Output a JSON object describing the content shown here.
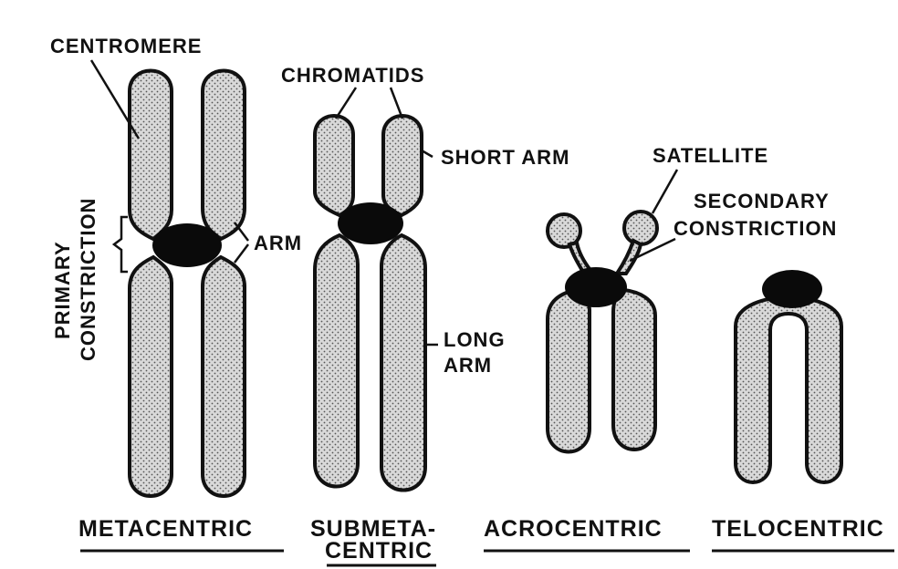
{
  "labels": {
    "centromere": "CENTROMERE",
    "chromatids": "CHROMATIDS",
    "short_arm": "SHORT ARM",
    "arm": "ARM",
    "satellite": "SATELLITE",
    "secondary_constriction_1": "SECONDARY",
    "secondary_constriction_2": "CONSTRICTION",
    "primary_constriction_1": "PRIMARY",
    "primary_constriction_2": "CONSTRICTION",
    "long_arm_1": "LONG",
    "long_arm_2": "ARM"
  },
  "types": {
    "metacentric": "METACENTRIC",
    "submetacentric_1": "SUBMETA-",
    "submetacentric_2": "CENTRIC",
    "acrocentric": "ACROCENTRIC",
    "telocentric": "TELOCENTRIC"
  },
  "colors": {
    "ink": "#111111",
    "chromatid_fill": "#d8d8d8",
    "background": "#ffffff"
  }
}
